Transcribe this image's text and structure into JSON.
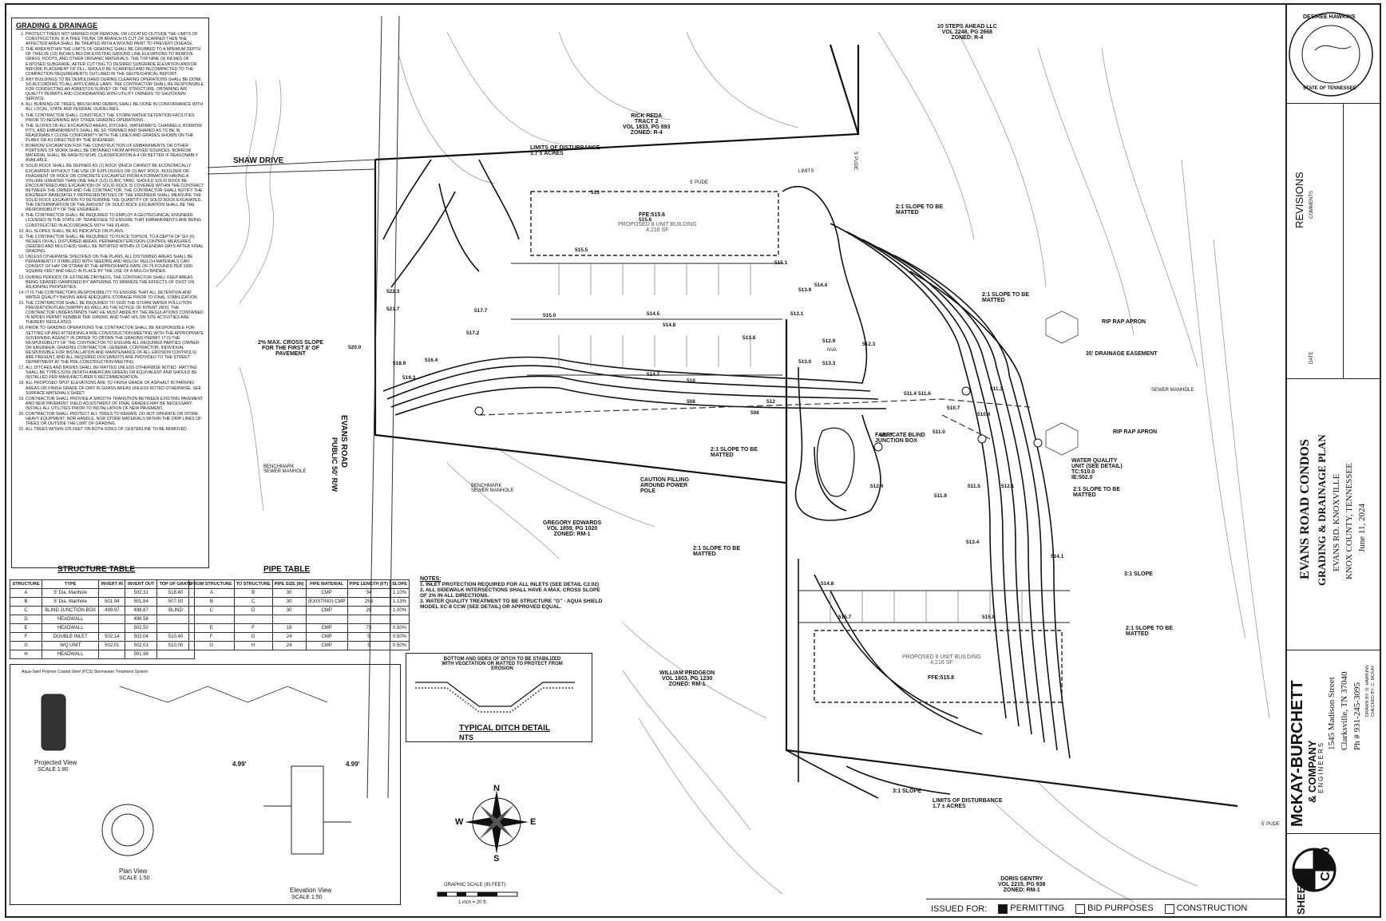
{
  "notes": {
    "title": "GRADING & DRAINAGE",
    "items": [
      "PROTECT TREES NOT MARKED FOR REMOVAL OR LOCATED OUTSIDE THE LIMITS OF CONSTRUCTION. IF A TREE TRUNK OR BRANCH IS CUT OR SCARRED THEN THE AFFECTED AREA SHALL BE TREATED WITH A WOUND PAINT TO PREVENT DISEASE.",
      "THE AREA WITHIN THE LIMITS OF GRADING SHALL BE GRUBBED TO A MINIMUM DEPTH OF TWELVE (12) INCHES BELOW EXISTING GROUND LINE ELEVATIONS TO REMOVE GRASS, ROOTS, AND OTHER ORGANIC MATERIALS. THE TOP NINE (9) INCHES OF EXPOSED SUBGRADE, AFTER CUTTING TO DESIRED SUBGRADE ELEVATION AND/OR BEFORE PLACEMENT OF FILL, SHOULD BE SCARIFIED AND RECOMPACTED TO THE COMPACTION REQUIREMENTS OUTLINED IN THE GEOTECHNICAL REPORT.",
      "ANY BUILDINGS TO BE DEMOLISHED DURING CLEARING OPERATIONS SHALL BE DONE SO ACCORDING TO ALL APPLICABLE LAWS. THE CONTRACTOR SHALL BE RESPONSIBLE FOR CONDUCTING AN ASBESTOS SURVEY OF THE STRUCTURE, OBTAINING AIR QUALITY PERMITS AND COORDINATING WITH UTILITY OWNERS TO SHUTDOWN SERVICE.",
      "ALL BURNING OF TREES, BRUSH AND DEBRIS SHALL BE DONE IN CONFORMANCE WITH ALL LOCAL, STATE AND FEDERAL GUIDELINES.",
      "THE CONTRACTOR SHALL CONSTRUCT THE STORM WATER DETENTION FACILITIES PRIOR TO BEGINNING ANY OTHER GRADING OPERATIONS.",
      "THE SLOPES OF ALL EXCAVATED AREAS, DITCHES, WATERWAYS, CHANNELS, BORROW PITS, AND EMBANKMENTS SHALL BE SO TRIMMED AND SHAPED AS TO BE IN REASONABLY CLOSE CONFORMITY WITH THE LINES AND GRADES SHOWN ON THE PLANS OR AS DIRECTED BY THE ENGINEER.",
      "BORROW EXCAVATION FOR THE CONSTRUCTION OF EMBANKMENTS OR OTHER PORTIONS OF WORK SHALL BE OBTAINED FROM APPROVED SOURCES. BORROW MATERIAL SHALL BE AASHTO M145, CLASSIFICATION A-4 OR BETTER IF REASONABLY AVAILABLE.",
      "SOLID ROCK SHALL BE DEFINED AS (1) ROCK WHICH CANNOT BE ECONOMICALLY EXCAVATED WITHOUT THE USE OF EXPLOSIVES OR (2) ANY ROCK, BOULDER OR FRAGMENT OF ROCK OR CONCRETE EXCAVATED FROM A FORMATION HAVING A VOLUME GREATER THAN ONE HALF (1/2) CUBIC YARD. SHOULD SOLID ROCK BE ENCOUNTERED AND EXCAVATION OF SOLID ROCK IS COVERED WITHIN THE CONTRACT BETWEEN THE OWNER AND THE CONTRACTOR, THE CONTRACTOR SHALL NOTIFY THE ENGINEER IMMEDIATELY. REPRESENTATIVES OF THE ENGINEER SHALL MEASURE THE SOLID ROCK EXCAVATION TO DETERMINE THE QUANTITY OF SOLID ROCK EXCAVATED. THE DETERMINATION OF THE AMOUNT OF SOLID ROCK EXCAVATION SHALL BE THE RESPONSIBILITY OF THE ENGINEER.",
      "THE CONTRACTOR SHALL BE REQUIRED TO EMPLOY A GEOTECHNICAL ENGINEER LICENSED IN THE STATE OF TENNESSEE TO ENSURE THAT EMBANKMENTS ARE BEING CONSTRUCTED IN ACCORDANCE WITH THE PLANS.",
      "ALL SLOPES SHALL BE AS INDICATED ON PLANS.",
      "THE CONTRACTOR SHALL BE REQUIRED TO PLACE TOPSOIL TO A DEPTH OF SIX (6) INCHES ON ALL DISTURBED AREAS. PERMANENT EROSION CONTROL MEASURES (SEEDED AND MULCHED) SHALL BE INITIATED WITHIN 15 CALENDAR DAYS AFTER FINAL GRADING.",
      "UNLESS OTHERWISE SPECIFIED ON THE PLANS, ALL DISTURBED AREAS SHALL BE PERMANENTLY STABILIZED WITH SEEDING AND MULCH. MULCH MATERIALS CAN CONSIST OF HAY OR STRAW AT THE APPROXIMATE RATE OF 75 POUNDS PER 1000 SQUARE FEET AND HELD IN PLACE BY THE USE OF A MULCH BINDER.",
      "DURING PERIODS OF EXTREME DRYNESS, THE CONTRACTOR SHALL KEEP AREAS BEING GRADED DAMPENED BY WATERING TO MINIMIZE THE EFFECTS OF DUST ON ADJOINING PROPERTIES.",
      "IT IS THE CONTRACTORS RESPONSIBILITY TO ENSURE THAT ALL DETENTION AND WATER QUALITY BASINS HAVE ADEQUATE STORAGE PRIOR TO FINAL STABILIZATION.",
      "THE CONTRACTOR SHALL BE REQUIRED TO SIGN THE STORM WATER POLLUTION PREVENTION PLAN (SWPPP) AS WELL AS THE NOTICE OF INTENT (NOI). THE CONTRACTOR UNDERSTANDS THAT HE MUST ABIDE BY THE REGULATIONS CONTAINED IN NPDES PERMIT NUMBER TNR 1000000, AND THAT HIS ON-SITE ACTIVITIES ARE THEREBY REGULATED.",
      "PRIOR TO GRADING OPERATIONS THE CONTRACTOR SHALL BE RESPONSIBLE FOR SETTING UP AND ATTENDING A PRE-CONSTRUCTION MEETING WITH THE APPROPRIATE GOVERNING AGENCY IN ORDER TO OBTAIN THE GRADING PERMIT. IT IS THE RESPONSIBILITY OF THE CONTRACTOR TO ENSURE ALL REQUIRED PARTIES (OWNER OR ENGINEER, GRADING CONTRACTOR, GENERAL CONTRACTOR, INDIVIDUAL RESPONSIBLE FOR INSTALLATION AND MAINTENANCE OF ALL EROSION CONTROLS) ARE PRESENT, AND ALL REQUIRED DOCUMENTS ARE PROVIDED TO THE STREET DEPARTMENT AT THE PRE-CONSTRUCTION MEETING.",
      "ALL DITCHES AND BASINS SHALL BE MATTED UNLESS OTHERWISE NOTED. MATTING SHALL BE TYPES S150 (NORTH AMERICAN GREEN) OR EQUIVALENT AND SHOULD BE INSTALLED PER MANUFACTURER'S RECOMMENDATION.",
      "ALL PROPOSED SPOT ELEVATIONS ARE TO FINISH GRADE OF ASPHALT IN PARKING AREAS OR FINISH GRADE OF DIRT IN GRASS AREAS UNLESS NOTED OTHERWISE. SEE SURFACE MATERIALS SHEET.",
      "CONTRACTOR SHALL PROVIDE A SMOOTH TRANSITION BETWEEN EXISTING PAVEMENT AND NEW PAVEMENT. FIELD ADJUSTMENT OF FINAL GRADES MAY BE NECESSARY. INSTALL ALL UTILITIES PRIOR TO INSTALLATION OF NEW PAVEMENT.",
      "CONTRACTOR SHALL PROTECT ALL TREES TO REMAIN. DO NOT OPERATE OR STORE HEAVY EQUIPMENT, NOR HANDLE, NOR STORE MATERIALS WITHIN THE DRIP LINES OF TREES OR OUTSIDE THE LIMIT OF GRADING.",
      "ALL TREES WITHIN 125 FEET ON BOTH SIDES OF CENTERLINE TO BE REMOVED"
    ]
  },
  "structure_table": {
    "title": "STRUCTURE TABLE",
    "headers": [
      "STRUCTURE",
      "TYPE",
      "INVERT IN",
      "INVERT OUT",
      "TOP OF GRATE"
    ],
    "rows": [
      [
        "A",
        "5' Dia. Manhole",
        "",
        "502.31",
        "518.40"
      ],
      [
        "B",
        "5' Dia. Manhole",
        "501.94",
        "501.84",
        "507.50"
      ],
      [
        "C",
        "BLIND JUNCTION BOX",
        "499.97",
        "498.87",
        "BLIND"
      ],
      [
        "D",
        "HEADWALL",
        "",
        "498.58",
        ""
      ],
      [
        "E",
        "HEADWALL",
        "",
        "502.50",
        ""
      ],
      [
        "F",
        "DOUBLE INLET",
        "502.14",
        "502.04",
        "510.40"
      ],
      [
        "G",
        "WQ UNIT",
        "502.01",
        "502.01",
        "510.00"
      ],
      [
        "H",
        "HEADWALL",
        "",
        "501.98",
        ""
      ]
    ]
  },
  "pipe_table": {
    "title": "PIPE TABLE",
    "headers": [
      "FROM STRUCTURE",
      "TO STRUCTURE",
      "PIPE SIZE (IN)",
      "PIPE MATERIAL",
      "PIPE LENGTH (FT)",
      "SLOPE"
    ],
    "rows": [
      [
        "A",
        "B",
        "30",
        "CMP",
        "34",
        "1.10%"
      ],
      [
        "B",
        "C",
        "30",
        "(EXISTING) CMP",
        "253",
        "1.13%"
      ],
      [
        "C",
        "D",
        "30",
        "CMP",
        "29",
        "1.00%"
      ],
      [
        "",
        "",
        "",
        "",
        "",
        ""
      ],
      [
        "E",
        "F",
        "18",
        "CMP",
        "73",
        "0.50%"
      ],
      [
        "F",
        "G",
        "24",
        "CMP",
        "5",
        "0.50%"
      ],
      [
        "G",
        "H",
        "24",
        "CMP",
        "5",
        "0.50%"
      ]
    ]
  },
  "plan_notes": {
    "title": "NOTES:",
    "items": [
      "1. INLET PROTECTION REQUIRED FOR ALL INLETS (SEE DETAIL C2.02)",
      "2. ALL SIDEWALK INTERSECTIONS SHALL HAVE A MAX. CROSS SLOPE OF 2% IN ALL DIRECTIONS.",
      "3. WATER QUALITY TREATMENT TO BE STRUCTURE \"G\" - AQUA SHIELD MODEL XC-8 CCW (SEE DETAIL) OR APPROVED EQUAL."
    ]
  },
  "ditch_detail": {
    "note": "BOTTOM AND SIDES OF DITCH TO BE STABILIZED WITH VEGETATION OR MATTED TO PROTECT FROM EROSION",
    "title": "TYPICAL DITCH DETAIL",
    "scale": "NTS"
  },
  "wq_detail": {
    "projected_view": "Projected View",
    "projected_scale": "SCALE 1:80",
    "plan_view": "Plan View",
    "plan_scale": "SCALE 1:50",
    "elevation_view": "Elevation View",
    "elevation_scale": "SCALE 1:50",
    "dim_left": "4.99'",
    "dim_right": "4.99'",
    "header": "Aqua-Swirl Polymer Coated Steel (PCS) Stormwater Treatment System"
  },
  "map_labels": {
    "shaw_drive": "SHAW DRIVE",
    "evans_road": "EVANS ROAD",
    "row": "PUBLIC 50' R/W",
    "owner_top": "10 STEPS AHEAD LLC",
    "owner_top_vol": "VOL 2248, PG 2668",
    "owner_top_zone": "ZONED: R-4",
    "reda": "RICK REDA",
    "reda_tract": "TRACT 2",
    "reda_vol": "VOL 1833, PG 893",
    "reda_zone": "ZONED: R-4",
    "gregory": "GREGORY EDWARDS",
    "gregory_vol": "VOL 1859, PG 1020",
    "gregory_zone": "ZONED: RM-1",
    "william": "WILLIAM PRIDGEON",
    "william_vol": "VOL 1803, PG 1230",
    "william_zone": "ZONED: RM-1",
    "doris": "DORIS GENTRY",
    "doris_vol": "VOL 2215, PG 938",
    "doris_zone": "ZONED: RM-1",
    "lod_top": "LIMITS OF DISTURBANCE",
    "lod_top_area": "1.7 ± ACRES",
    "lod_bottom": "LIMITS OF DISTURBANCE",
    "lod_bottom_area": "1.7 ± ACRES",
    "slope_matted_1": "2:1 SLOPE TO BE MATTED",
    "slope_matted_2": "2:1 SLOPE TO BE MATTED",
    "slope_matted_3": "2:1 SLOPE TO BE MATTED",
    "slope_matted_4": "2:1 SLOPE TO BE MATTED",
    "slope_matted_5": "2:1 SLOPE TO BE MATTED",
    "slope_matted_6": "2:1 SLOPE TO BE MATTED",
    "slope_31_a": "3:1 SLOPE",
    "slope_31_b": "3:1 SLOPE",
    "riprap_1": "RIP RAP APRON",
    "riprap_2": "RIP RAP APRON",
    "drainage_easement": "35' DRAINAGE EASEMENT",
    "sewer_mh": "SEWER MANHOLE",
    "blind_jb": "FABRICATE BLIND JUNCTION BOX",
    "wq_unit": "WATER QUALITY UNIT (SEE DETAIL)",
    "wq_tc": "TC:510.0",
    "wq_ie": "IE:502.0",
    "power_pole": "CAUTION FILLING AROUND POWER POLE",
    "cross_slope": "2% MAX. CROSS SLOPE FOR THE FIRST 6' OF PAVEMENT",
    "bldg_top": "PROPOSED 8 UNIT BUILDING",
    "bldg_top_sf": "4,216 SF",
    "bldg_top_ffe": "FFE:515.6",
    "bldg_bot": "PROPOSED 8 UNIT BUILDING",
    "bldg_bot_sf": "4,216 SF",
    "bldg_bot_ffe": "FFE:515.8",
    "benchmark_1": "BENCHMARK SEWER MANHOLE",
    "benchmark_2": "BENCHMARK SEWER MANHOLE",
    "pude_1": "5' PUDE",
    "pude_2": "5' PUDE",
    "pude_3": "5' PUDE",
    "nva": "NVA",
    "limits": "LIMITS"
  },
  "spot_elevations": [
    "515.6",
    "513",
    "515.5",
    "515.0",
    "514.8",
    "515.1",
    "513.9",
    "514.4",
    "513.0",
    "512.9",
    "517.7",
    "517.2",
    "516.4",
    "518.9",
    "519.3",
    "520.0",
    "521.7",
    "522.3",
    "514.5",
    "514.7",
    "513.8",
    "513.3",
    "513.1",
    "512.3",
    "511.4",
    "511.7",
    "511.6",
    "511.3",
    "510.7",
    "511.0",
    "512.4",
    "511.9",
    "511.5",
    "512.1",
    "513.4",
    "514.1",
    "514.8",
    "515.7",
    "515.8",
    "510.4",
    "508",
    "510",
    "512",
    "506"
  ],
  "compass": {
    "n": "N",
    "s": "S",
    "e": "E",
    "w": "W"
  },
  "graphic_scale": {
    "title": "GRAPHIC SCALE (IN FEET)",
    "unit": "1 inch = 20 ft."
  },
  "title_block": {
    "revisions": "REVISIONS",
    "comments": "COMMENTS",
    "date": "DATE",
    "project": "EVANS ROAD CONDOS",
    "sheet_title": "GRADING & DRAINAGE PLAN",
    "address": "EVANS RD. KNOXVILLE",
    "county": "KNOX COUNTY, TENNESSEE",
    "date_value": "June 11, 2024",
    "firm": "McKAY-BURCHETT",
    "firm2": "& COMPANY",
    "firm3": "ENGINEERS",
    "firm_address": "1545 Madison Street",
    "firm_city": "Clarksville, TN 37040",
    "firm_phone": "Ph # 931-245-3095",
    "drawn_by": "DRAWN BY: D. HAWKINS",
    "checked_by": "CHECKED BY: C. MCKAY",
    "sheet_label": "SHEET:",
    "sheet_no": "C2.00",
    "seal_name": "DESIREE HAWKINS",
    "seal_state": "STATE OF TENNESSEE"
  },
  "issued": {
    "label": "ISSUED FOR:",
    "opts": [
      {
        "label": "PERMITTING",
        "checked": true
      },
      {
        "label": "BID PURPOSES",
        "checked": false
      },
      {
        "label": "CONSTRUCTION",
        "checked": false
      }
    ]
  }
}
